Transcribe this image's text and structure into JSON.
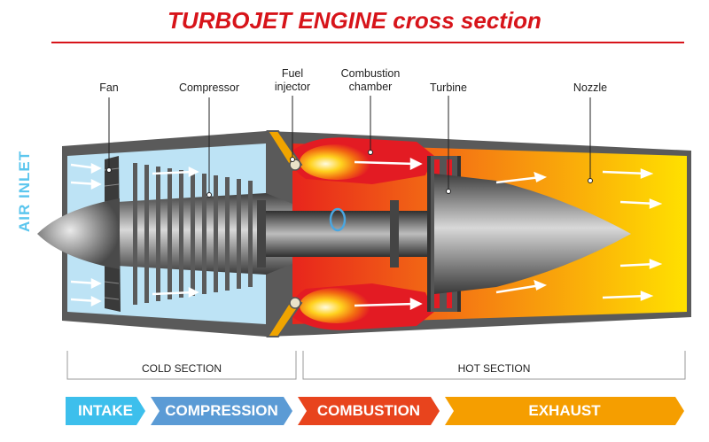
{
  "title": "TURBOJET ENGINE cross section",
  "labels": {
    "fan": "Fan",
    "compressor": "Compressor",
    "fuel_injector_line1": "Fuel",
    "fuel_injector_line2": "injector",
    "combustion_line1": "Combustion",
    "combustion_line2": "chamber",
    "turbine": "Turbine",
    "nozzle": "Nozzle",
    "air_inlet": "AIR INLET"
  },
  "sections": {
    "cold": "COLD SECTION",
    "hot": "HOT SECTION"
  },
  "phases": {
    "intake": "INTAKE",
    "compression": "COMPRESSION",
    "combustion": "COMBUSTION",
    "exhaust": "EXHAUST"
  },
  "colors": {
    "title": "#d7141a",
    "air": "#bde3f5",
    "air_label": "#5cc6ee",
    "intake": "#3dbfec",
    "compression": "#5b9bd5",
    "combustion": "#e8441d",
    "exhaust": "#f59e00",
    "combustion_chamber": "#e31b23",
    "casing": "#5a5a5a"
  }
}
